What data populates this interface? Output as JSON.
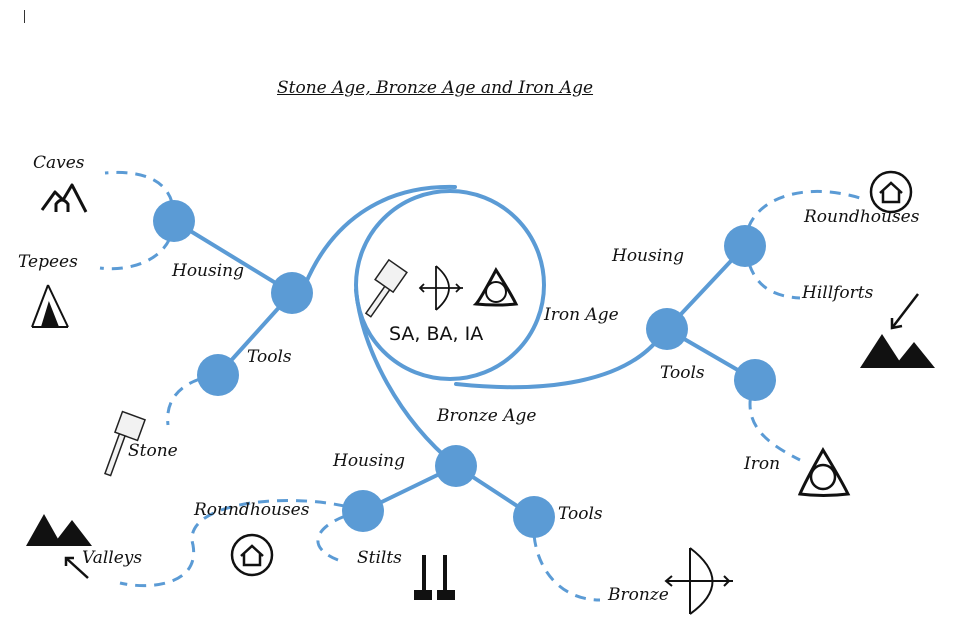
{
  "title": "Stone Age, Bronze Age and Iron Age",
  "center": {
    "label": "SA, BA, IA",
    "icons": [
      "stone-axe-icon",
      "bow-arrow-icon",
      "celtic-knot-icon"
    ]
  },
  "branches": {
    "stone_age": {
      "housing": "Housing",
      "tools": "Tools",
      "caves": "Caves",
      "tepees": "Tepees",
      "stone": "Stone",
      "valleys": "Valleys"
    },
    "bronze_age": {
      "label": "Bronze Age",
      "housing": "Housing",
      "tools": "Tools",
      "roundhouses": "Roundhouses",
      "stilts": "Stilts",
      "bronze": "Bronze"
    },
    "iron_age": {
      "label": "Iron Age",
      "housing": "Housing",
      "tools": "Tools",
      "roundhouses": "Roundhouses",
      "hillforts": "Hillforts",
      "iron": "Iron"
    }
  },
  "colors": {
    "node": "#5b9bd5",
    "line": "#5b9bd5",
    "text": "#111111"
  }
}
